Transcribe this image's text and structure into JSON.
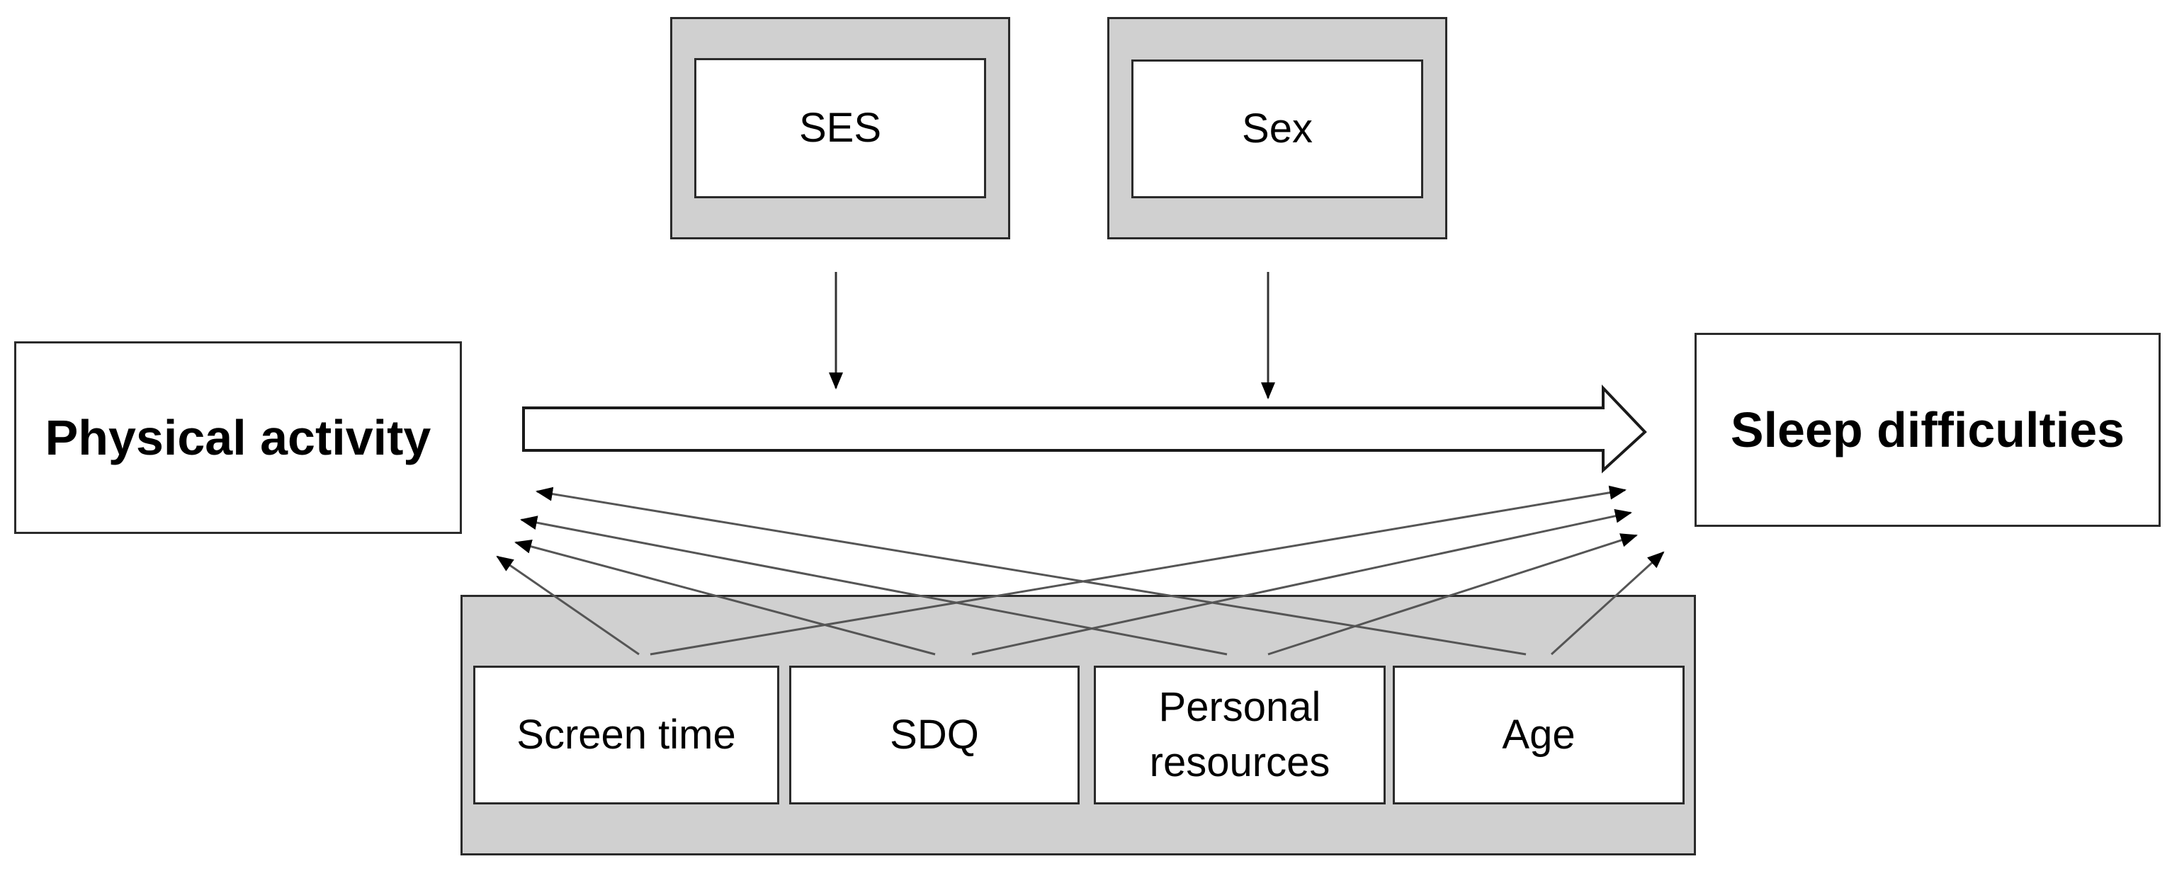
{
  "diagram": {
    "exposure": "Physical activity",
    "outcome": "Sleep difficulties",
    "moderators": [
      "SES",
      "Sex"
    ],
    "covariates": [
      "Screen time",
      "SDQ",
      "Personal\nresources",
      "Age"
    ]
  },
  "colors": {
    "frame_fill": "#d0d0d0",
    "border": "#2b2b2b",
    "arrow": "#555555"
  }
}
